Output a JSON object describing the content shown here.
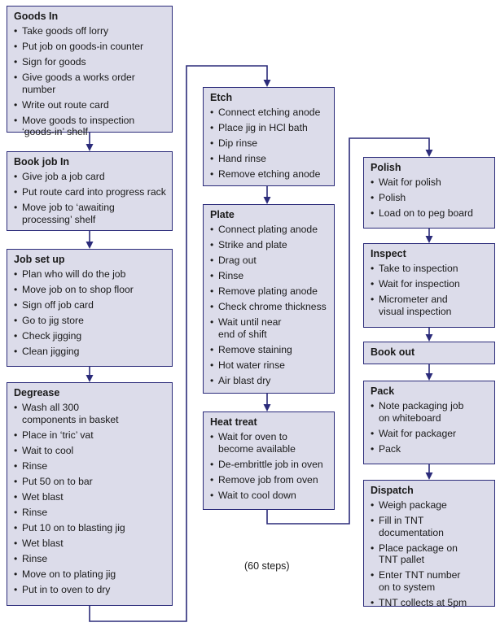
{
  "boxes": [
    {
      "id": "goods-in",
      "title": "Goods In",
      "items": [
        [
          "Take goods off lorry"
        ],
        [
          "Put job on goods-in counter"
        ],
        [
          "Sign for goods"
        ],
        [
          "Give goods a works order number"
        ],
        [
          "Write out route card"
        ],
        [
          "Move goods to inspection",
          "‘goods-in’ shelf"
        ]
      ]
    },
    {
      "id": "book-job-in",
      "title": "Book job In",
      "items": [
        [
          "Give job a job card"
        ],
        [
          "Put route card into progress rack"
        ],
        [
          "Move job to ‘awaiting",
          "processing’ shelf"
        ]
      ]
    },
    {
      "id": "job-set-up",
      "title": "Job set up",
      "items": [
        [
          "Plan who will do the job"
        ],
        [
          "Move job on to shop floor"
        ],
        [
          "Sign off job card"
        ],
        [
          "Go to jig store"
        ],
        [
          "Check jigging"
        ],
        [
          "Clean jigging"
        ]
      ]
    },
    {
      "id": "degrease",
      "title": "Degrease",
      "items": [
        [
          "Wash all 300",
          "components in basket"
        ],
        [
          "Place in ‘tric’ vat"
        ],
        [
          "Wait to cool"
        ],
        [
          "Rinse"
        ],
        [
          "Put 50 on to bar"
        ],
        [
          "Wet blast"
        ],
        [
          "Rinse"
        ],
        [
          "Put 10 on to blasting jig"
        ],
        [
          "Wet blast"
        ],
        [
          "Rinse"
        ],
        [
          "Move on to plating jig"
        ],
        [
          "Put in to oven to dry"
        ]
      ]
    },
    {
      "id": "etch",
      "title": "Etch",
      "items": [
        [
          "Connect etching anode"
        ],
        [
          "Place jig in HCl bath"
        ],
        [
          "Dip rinse"
        ],
        [
          "Hand rinse"
        ],
        [
          "Remove etching anode"
        ]
      ]
    },
    {
      "id": "plate",
      "title": "Plate",
      "items": [
        [
          "Connect plating anode"
        ],
        [
          "Strike and plate"
        ],
        [
          "Drag out"
        ],
        [
          "Rinse"
        ],
        [
          "Remove plating anode"
        ],
        [
          "Check chrome thickness"
        ],
        [
          "Wait until near",
          "end of shift"
        ],
        [
          "Remove staining"
        ],
        [
          "Hot water rinse"
        ],
        [
          "Air blast dry"
        ]
      ]
    },
    {
      "id": "heat-treat",
      "title": "Heat treat",
      "items": [
        [
          "Wait for oven to",
          "become available"
        ],
        [
          "De-embrittle job in oven"
        ],
        [
          "Remove job from oven"
        ],
        [
          "Wait to cool down"
        ]
      ]
    },
    {
      "id": "polish",
      "title": "Polish",
      "items": [
        [
          "Wait for polish"
        ],
        [
          "Polish"
        ],
        [
          "Load on to peg board"
        ]
      ]
    },
    {
      "id": "inspect",
      "title": "Inspect",
      "items": [
        [
          "Take to inspection"
        ],
        [
          "Wait for inspection"
        ],
        [
          "Micrometer and",
          "visual inspection"
        ]
      ]
    },
    {
      "id": "book-out",
      "title": "Book out",
      "items": []
    },
    {
      "id": "pack",
      "title": "Pack",
      "items": [
        [
          "Note packaging job",
          "on whiteboard"
        ],
        [
          "Wait for packager"
        ],
        [
          "Pack"
        ]
      ]
    },
    {
      "id": "dispatch",
      "title": "Dispatch",
      "items": [
        [
          "Weigh package"
        ],
        [
          "Fill in TNT documentation"
        ],
        [
          "Place package on",
          "TNT pallet"
        ],
        [
          "Enter TNT number",
          "on to system"
        ],
        [
          "TNT collects at 5pm"
        ]
      ]
    }
  ],
  "steps_note": "(60 steps)",
  "colors": {
    "box_fill": "#dcdcea",
    "box_border": "#2b2b7a",
    "arrow": "#2b2b7a"
  }
}
